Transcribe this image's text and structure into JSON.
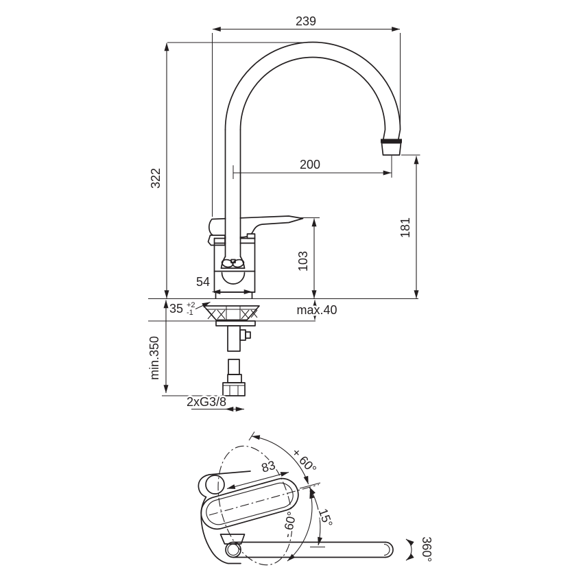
{
  "title": "Kitchen mixer tap technical drawing",
  "colors": {
    "line": "#231f20",
    "background": "#ffffff"
  },
  "front_view": {
    "overall_width": "239",
    "overall_height": "322",
    "spout_reach": "200",
    "outlet_height": "181",
    "body_height": "103",
    "base_width": "54",
    "hole_diameter": "35",
    "hole_tolerance_plus": "+2",
    "hole_tolerance_minus": "-1",
    "max_deck_thickness": "max.40",
    "min_clearance_below": "min.350",
    "supply_connection": "2xG3/8"
  },
  "top_view": {
    "handle_length": "83",
    "handle_swing_plus": "+ 60°",
    "handle_swing_minus": "- 60°",
    "handle_offset_angle": "15°",
    "spout_rotation": "360°"
  }
}
